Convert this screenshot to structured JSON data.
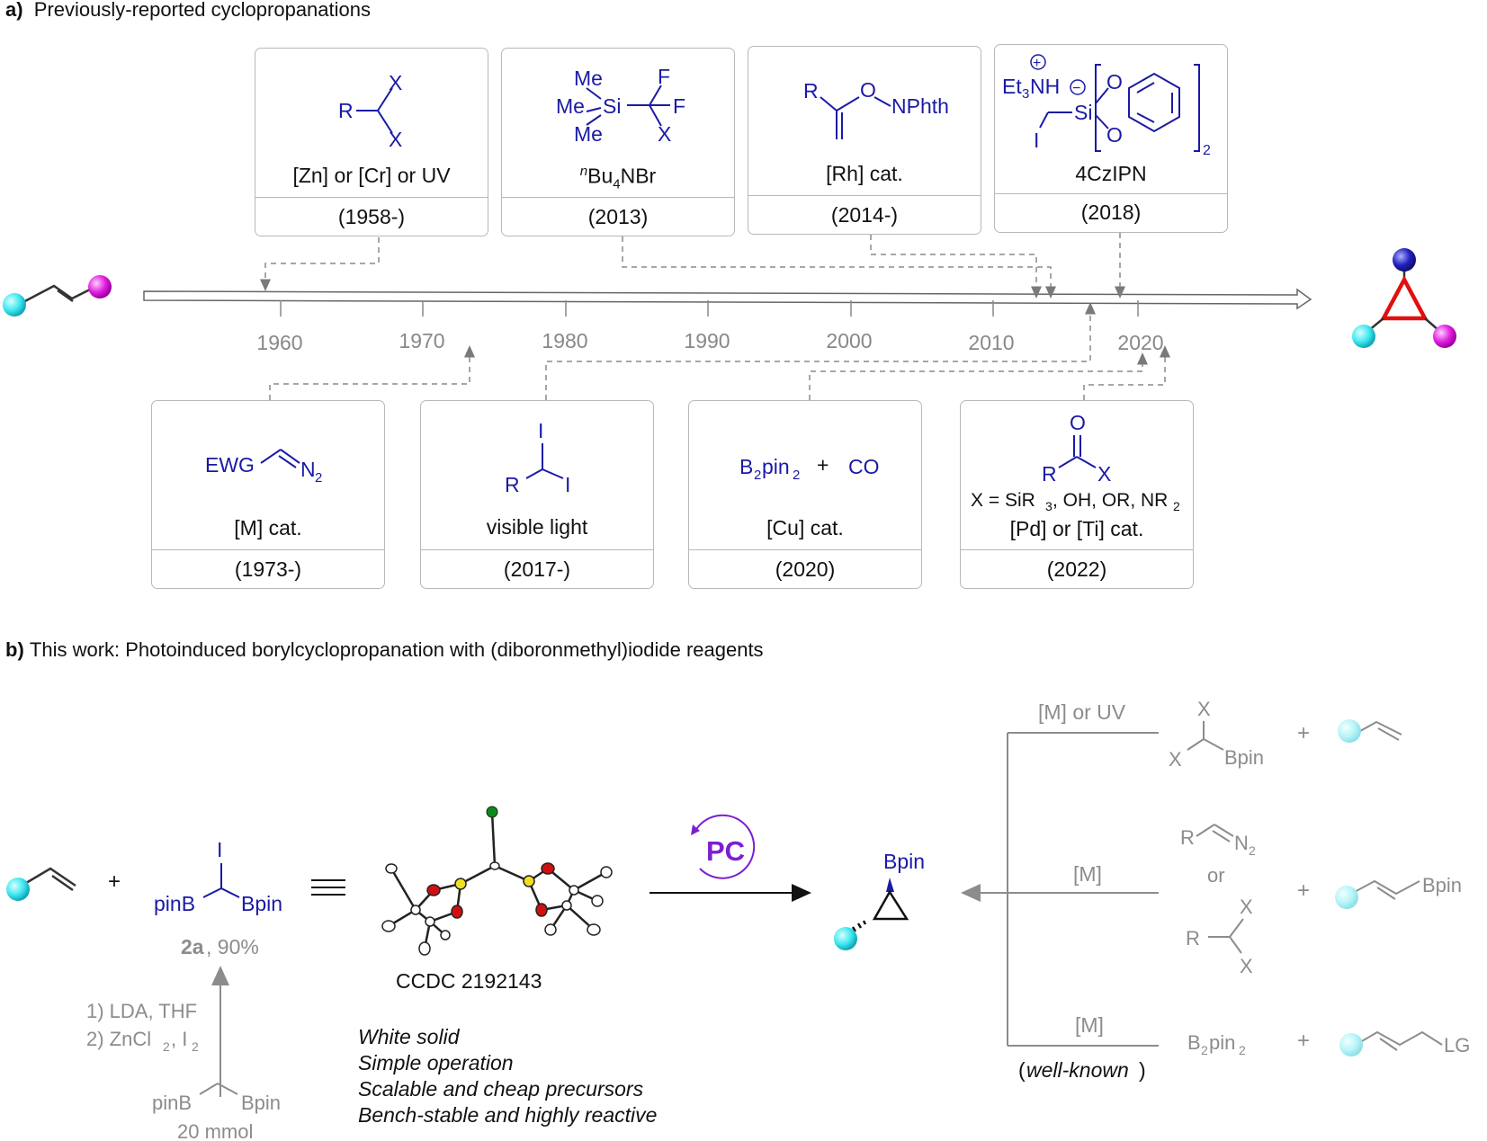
{
  "panel_a": {
    "label": "a)",
    "title": "Previously-reported cyclopropanations",
    "timeline_ticks": [
      "1960",
      "1970",
      "1980",
      "1990",
      "2000",
      "2010",
      "2020"
    ],
    "top_boxes": [
      {
        "condition": "[Zn] or [Cr] or UV",
        "year": "(1958-)"
      },
      {
        "condition": "Bu",
        "condition_prefix": "n",
        "condition_sub": "4",
        "condition_suffix": "NBr",
        "year": "(2013)"
      },
      {
        "condition": "[Rh] cat.",
        "year": "(2014-)"
      },
      {
        "condition": "4CzIPN",
        "year": "(2018)"
      }
    ],
    "bottom_boxes": [
      {
        "condition": "[M] cat.",
        "year": "(1973-)"
      },
      {
        "condition": "visible light",
        "year": "(2017-)"
      },
      {
        "condition": "[Cu] cat.",
        "year": "(2020)"
      },
      {
        "condition": "[Pd] or [Ti] cat.",
        "extra": "X = SiR",
        "year": "(2022)"
      }
    ],
    "structures": {
      "s1": {
        "R": "R",
        "X1": "X",
        "X2": "X"
      },
      "s2": {
        "Me1": "Me",
        "Me2": "Me",
        "Si": "Si",
        "Me3": "Me",
        "F1": "F",
        "F2": "F",
        "X": "X"
      },
      "s3": {
        "R": "R",
        "O": "O",
        "N": "NPhth"
      },
      "s4": {
        "Et": "Et",
        "sub3": "3",
        "NH": "NH",
        "Si": "Si",
        "O1": "O",
        "O2": "O",
        "I": "I",
        "sub2": "2",
        "plus": "+",
        "minus": "−"
      },
      "s5": {
        "EWG": "EWG",
        "N": "N",
        "sub": "2"
      },
      "s6": {
        "I1": "I",
        "R": "R",
        "I2": "I"
      },
      "s7": {
        "B": "B",
        "sub2a": "2",
        "pin": "pin",
        "sub2b": "2",
        "plus": "+",
        "CO": "CO"
      },
      "s8": {
        "O": "O",
        "R": "R",
        "X": "X",
        "xline": "X = SiR",
        "sub3": "3",
        "rest": ", OH, OR, NR",
        "sub2": "2"
      }
    }
  },
  "panel_b": {
    "label": "b)",
    "title": "This work: Photoinduced borylcyclopropanation with (diboronmethyl)iodide reagents",
    "plus": "+",
    "reagent": {
      "I": "I",
      "pinB": "pinB",
      "Bpin": "Bpin",
      "compound": "2a",
      "yield": ", 90%"
    },
    "precursor": {
      "pinB": "pinB",
      "Bpin": "Bpin",
      "scale": "20 mmol"
    },
    "steps": {
      "step1": "1) LDA, THF",
      "step2": "2) ZnCl",
      "sub2": "2",
      "tail": ", I",
      "subI": "2"
    },
    "ccdc": "CCDC 2192143",
    "features": [
      "White solid",
      "Simple operation",
      "Scalable and cheap precursors",
      "Bench-stable and highly reactive"
    ],
    "catalyst": "PC",
    "product_label": "Bpin",
    "alt_routes": [
      {
        "condition": "[M] or UV",
        "reagent_X1": "X",
        "reagent_X2": "X",
        "reagent_Bpin": "Bpin",
        "plus": "+"
      },
      {
        "condition": "[M]",
        "reagent_R1": "R",
        "reagent_N": "N",
        "reagent_sub": "2",
        "or": "or",
        "reagent_R2": "R",
        "reagent_X1": "X",
        "reagent_X2": "X",
        "plus": "+",
        "alkene_Bpin": "Bpin"
      },
      {
        "condition": "[M]",
        "reagent_B": "B",
        "reagent_sub2a": "2",
        "reagent_pin": "pin",
        "reagent_sub2b": "2",
        "plus": "+",
        "alkene_LG": "LG"
      }
    ],
    "well_known_open": "(",
    "well_known": "well-known",
    "well_known_close": ")"
  },
  "colors": {
    "structure_blue": "#1a1aa6",
    "cyan_sphere": "#40e8f0",
    "magenta_sphere": "#e020e0",
    "blue_sphere": "#2020c0",
    "cyclopropane_red": "#e01010",
    "photocatalyst_purple": "#7a1fd1",
    "box_border": "#b8b8b8",
    "faded_gray": "#8c8c8c"
  }
}
